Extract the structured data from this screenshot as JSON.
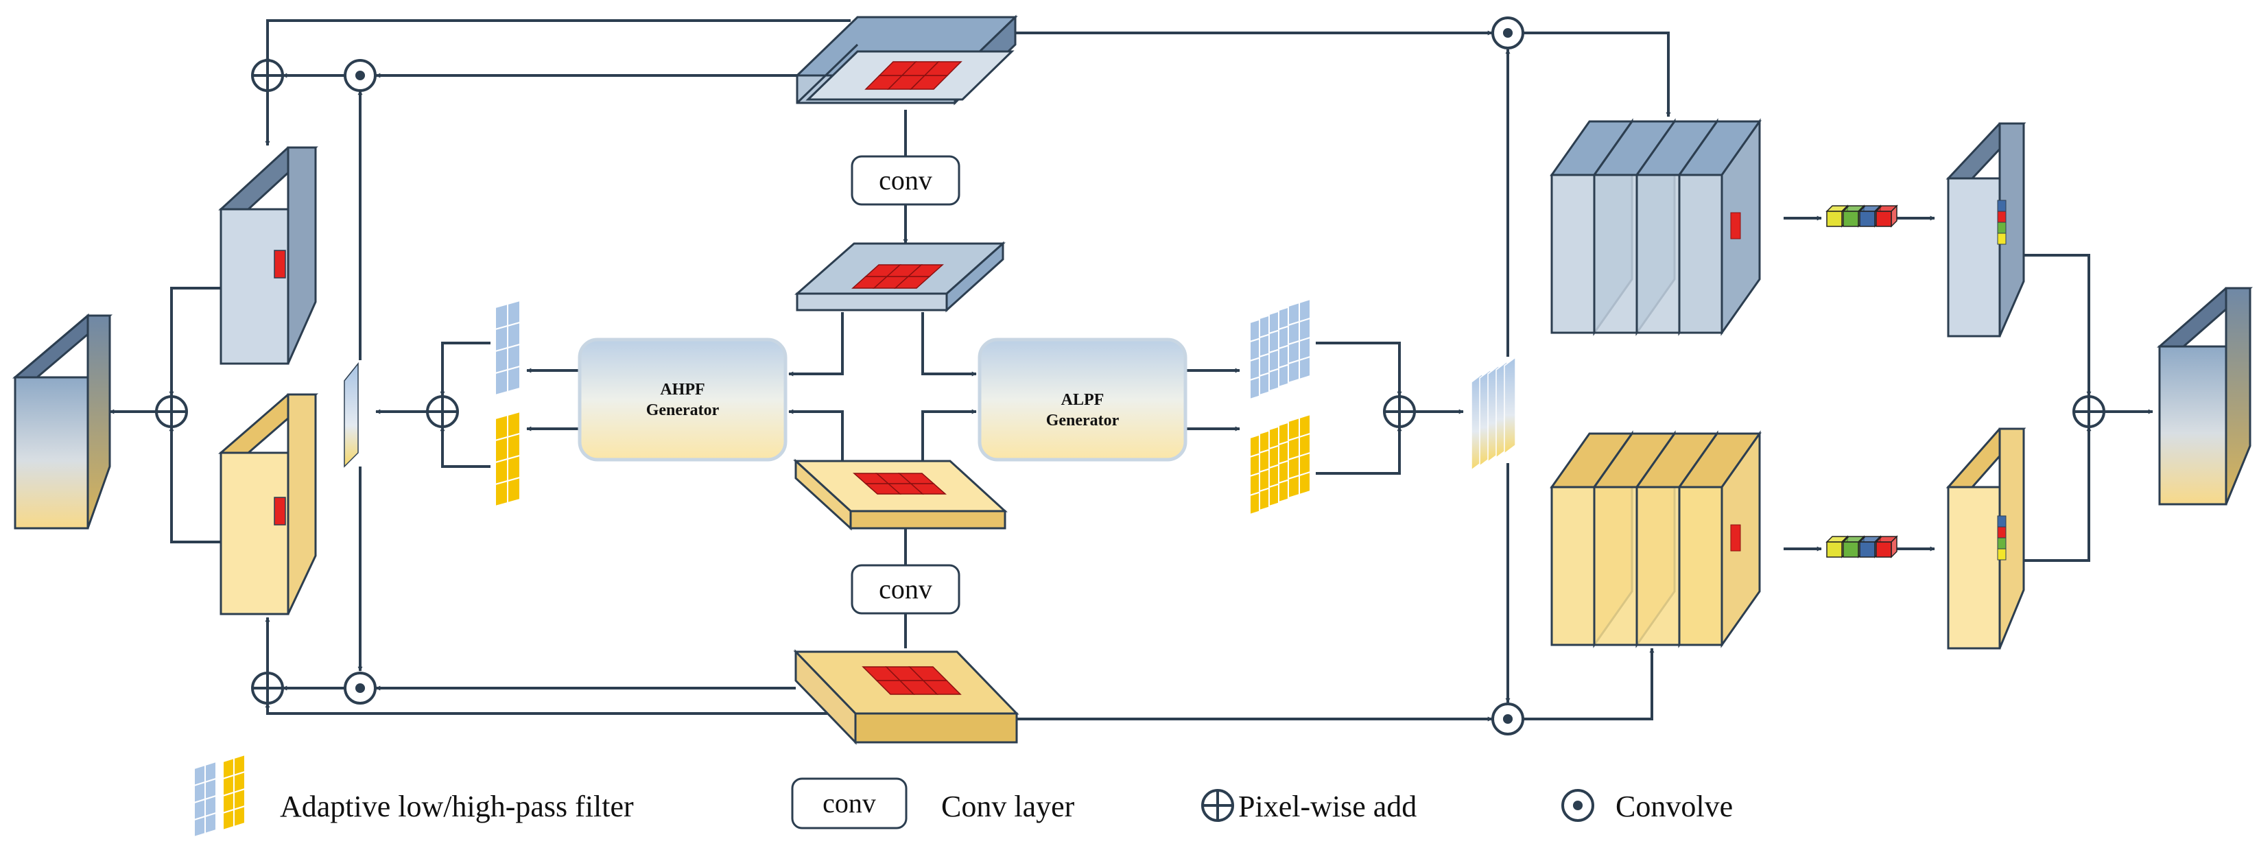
{
  "conv_top": "conv",
  "conv_bottom": "conv",
  "ahpf": {
    "line1": "AHPF",
    "line2": "Generator"
  },
  "alpf": {
    "line1": "ALPF",
    "line2": "Generator"
  },
  "legend": {
    "filter": "Adaptive low/high-pass filter",
    "conv_box": "conv",
    "conv_layer": "Conv layer",
    "add": "Pixel-wise add",
    "convolve": "Convolve"
  },
  "colors": {
    "line": "#2c3e50",
    "blue_face": "#cdd9e6",
    "blue_side": "#8fa5bd",
    "yellow_face": "#fbe6a8",
    "yellow_side": "#e8c877",
    "red": "#e52320",
    "filter_blue": "#a9c4e4",
    "filter_yellow": "#f5c400"
  }
}
